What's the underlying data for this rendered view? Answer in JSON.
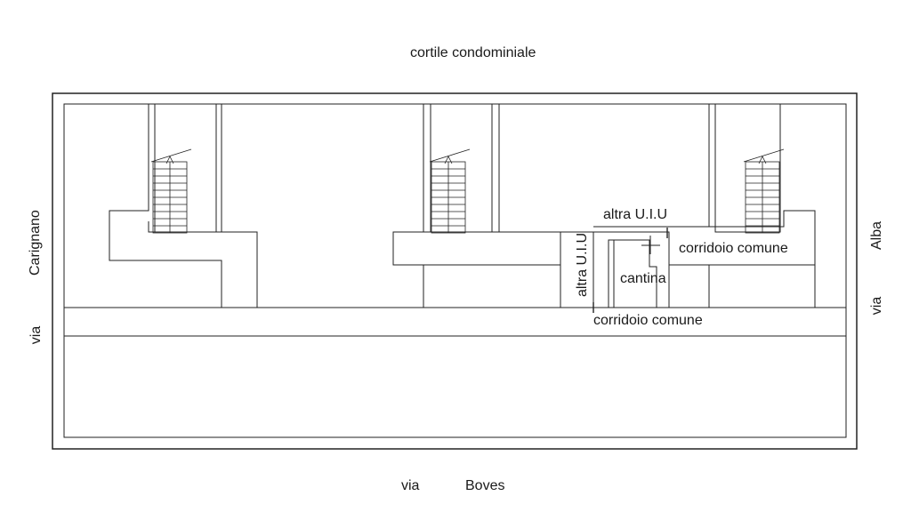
{
  "labels": {
    "courtyard": "cortile condominiale",
    "left_street_name": "Carignano",
    "left_street_prefix": "via",
    "right_street_name": "Alba",
    "right_street_prefix": "via",
    "bottom_street_prefix": "via",
    "bottom_street_name": "Boves",
    "other_unit_top": "altra U.I.U",
    "other_unit_side": "altra U.I.U",
    "common_corridor_right": "corridoio comune",
    "common_corridor_bottom": "corridoio comune",
    "cellar": "cantina"
  },
  "colors": {
    "line": "#222222",
    "background": "#ffffff"
  }
}
